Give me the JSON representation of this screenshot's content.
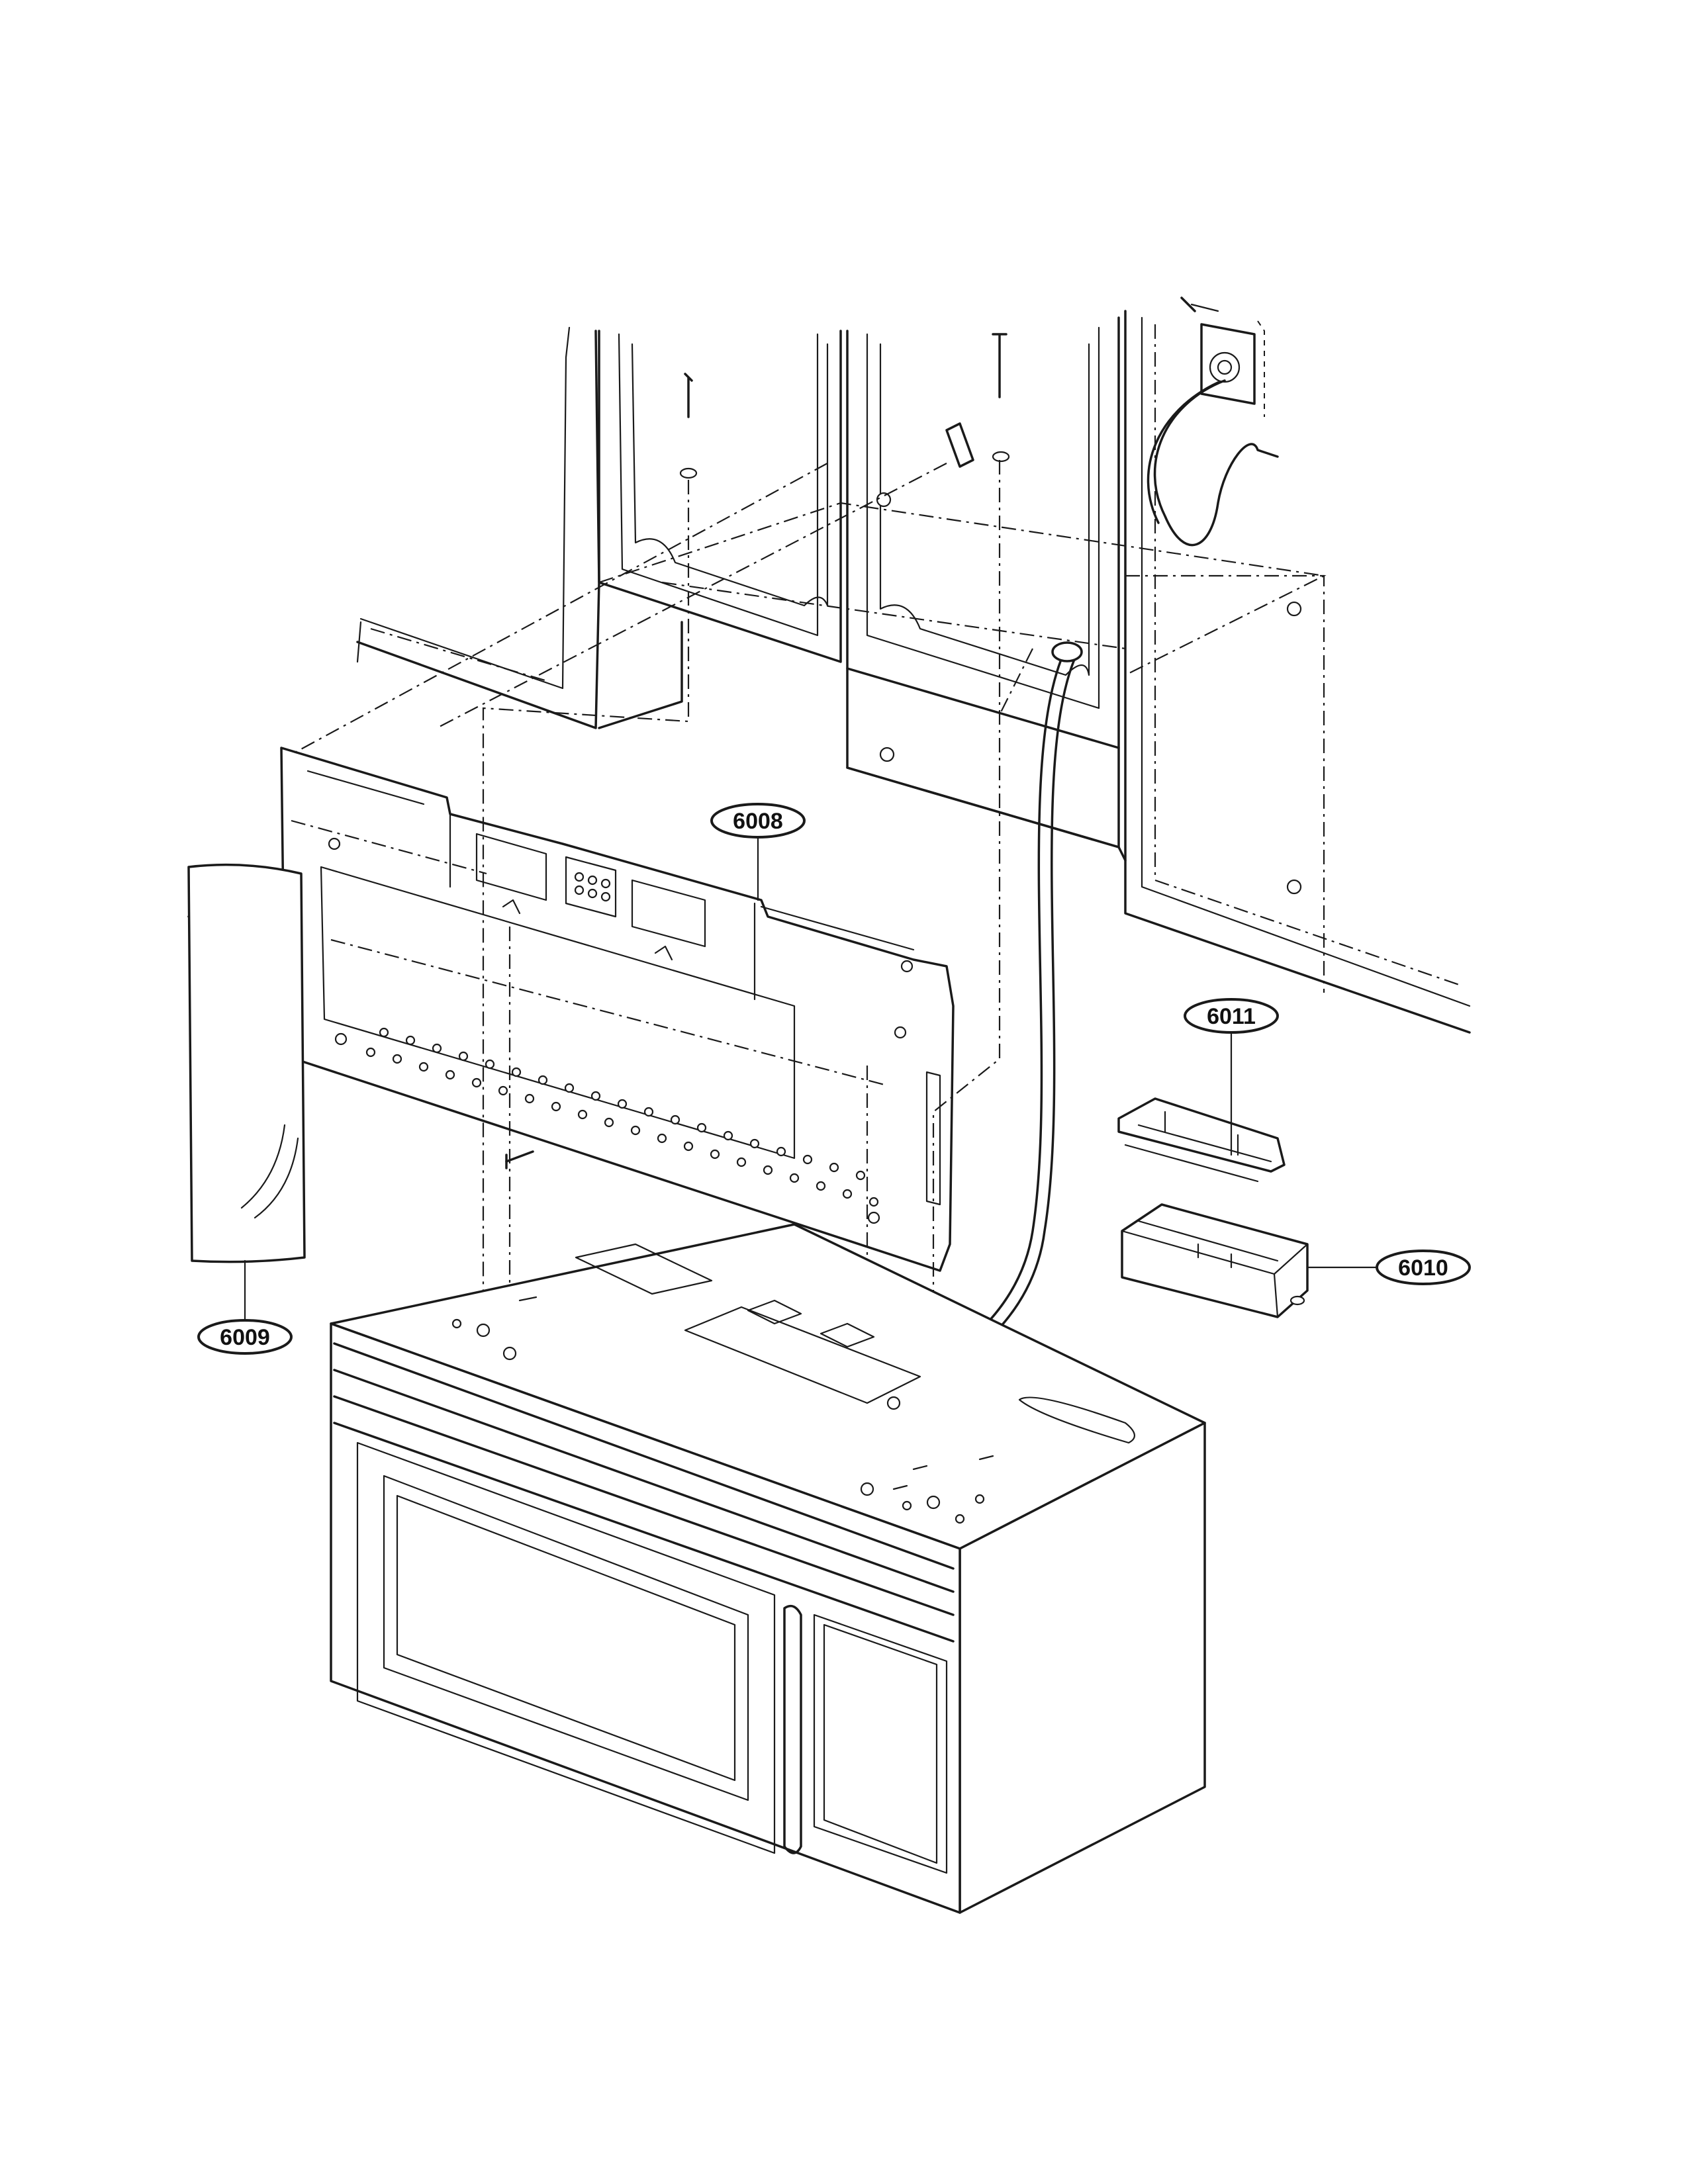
{
  "callouts": [
    {
      "id": "6008",
      "label": "6008"
    },
    {
      "id": "6009",
      "label": "6009"
    },
    {
      "id": "6010",
      "label": "6010"
    },
    {
      "id": "6011",
      "label": "6011"
    }
  ]
}
